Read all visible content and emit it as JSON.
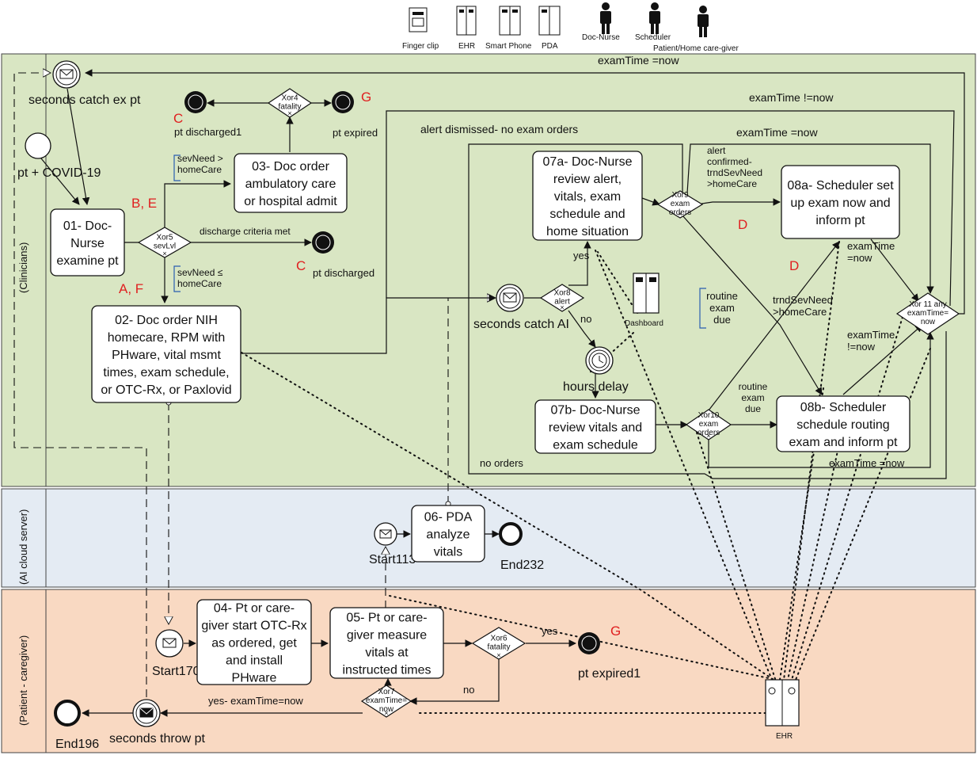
{
  "legend": {
    "finger_clip": "Finger clip",
    "ehr": "EHR",
    "smart_phone": "Smart Phone",
    "pda": "PDA",
    "doc_nurse": "Doc-Nurse",
    "scheduler": "Scheduler",
    "patient": "Patient/Home care-giver"
  },
  "lanes": {
    "clinicians": "(Clinicians)",
    "ai_cloud": "(AI cloud server)",
    "patient": "(Patient - caregiver)"
  },
  "tasks": {
    "t01": [
      "01- Doc-",
      "Nurse",
      "examine pt"
    ],
    "t02": [
      "02- Doc order NIH",
      "homecare, RPM with",
      "PHware, vital msmt",
      "times, exam schedule,",
      "or OTC-Rx, or Paxlovid"
    ],
    "t03": [
      "03- Doc order",
      "ambulatory care",
      "or hospital admit"
    ],
    "t04": [
      "04- Pt or care-",
      "giver start OTC-Rx",
      "as ordered, get",
      "and install",
      "PHware"
    ],
    "t05": [
      "05- Pt or care-",
      "giver measure",
      "vitals at",
      "instructed times"
    ],
    "t06": [
      "06- PDA",
      "analyze",
      "vitals"
    ],
    "t07a": [
      "07a- Doc-Nurse",
      "review alert,",
      "vitals, exam",
      "schedule and",
      "home situation"
    ],
    "t07b": [
      "07b- Doc-Nurse",
      "review vitals and",
      "exam schedule"
    ],
    "t08a": [
      "08a- Scheduler set",
      "up exam now and",
      "inform pt"
    ],
    "t08b": [
      "08b- Scheduler",
      "schedule routing",
      "exam and inform pt"
    ]
  },
  "gateways": {
    "xor4": [
      "Xor4",
      "fatality"
    ],
    "xor5": [
      "Xor5",
      "sevLvl"
    ],
    "xor6": [
      "Xor6",
      "fatality"
    ],
    "xor7": [
      "Xor7",
      "examTime=",
      "now"
    ],
    "xor8": [
      "Xor8",
      "alert"
    ],
    "xor9": [
      "Xor9",
      "exam",
      "orders"
    ],
    "xor10": [
      "Xor10",
      "exam",
      "orders"
    ],
    "xor11": [
      "Xor 11 any",
      "examTime=",
      "now"
    ]
  },
  "events": {
    "seconds_catch_ex_pt": "seconds catch ex pt",
    "pt_covid": "pt + COVID-19",
    "pt_discharged1": "pt discharged1",
    "pt_expired": "pt expired",
    "pt_discharged": "pt discharged",
    "seconds_catch_ai": "seconds catch AI",
    "hours_delay": "hours delay",
    "start113": "Start113",
    "end232": "End232",
    "start170": "Start170",
    "pt_expired1": "pt expired1",
    "end196": "End196",
    "seconds_throw_pt": "seconds throw pt",
    "dashboard": "Dashboard",
    "ehr_device": "EHR"
  },
  "flow_labels": {
    "examtime_now_top": "examTime =now",
    "examtime_not_now": "examTime !=now",
    "alert_dismissed": "alert dismissed- no exam orders",
    "examtime_now_2": "examTime =now",
    "alert_confirmed": [
      "alert",
      "confirmed-",
      "trndSevNeed",
      ">homeCare"
    ],
    "sevneed_gt": [
      "sevNeed >",
      "homeCare"
    ],
    "sevneed_le": [
      "sevNeed ≤",
      "homeCare"
    ],
    "discharge_criteria": "discharge criteria met",
    "yes_07a": "yes",
    "no_xor8": "no",
    "routine_exam_due_note": [
      "routine",
      "exam",
      "due"
    ],
    "trnd_sev_need": [
      "trndSevNeed",
      ">homeCare"
    ],
    "routine_exam_due": [
      "routine",
      "exam",
      "due"
    ],
    "examtime_now_08a": [
      "examTime",
      "=now"
    ],
    "examtime_not_now_08b": [
      "examTime",
      "!=now"
    ],
    "examtime_now_bottom": "examTime =now",
    "no_orders": "no orders",
    "yes_xor6": "yes",
    "no_xor6": "no",
    "yes_examtime": "yes- examTime=now"
  },
  "annotations": {
    "c1": "C",
    "g1": "G",
    "be": "B, E",
    "af": "A, F",
    "c2": "C",
    "d1": "D",
    "d2": "D",
    "g2": "G"
  },
  "colors": {
    "clinicians_lane": "#d9e6c3",
    "ai_lane": "#e4ebf3",
    "patient_lane": "#f9d9c2",
    "annotation_red": "#e02020"
  }
}
